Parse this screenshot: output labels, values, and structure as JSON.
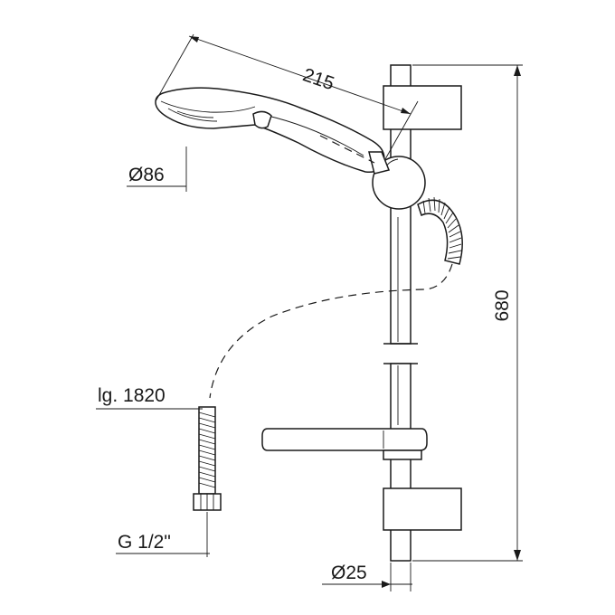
{
  "dimensions": {
    "handshower_length": "215",
    "head_diameter": "Ø86",
    "rail_height": "680",
    "hose_length": "lg. 1820",
    "connection_thread": "G 1/2\"",
    "rail_diameter": "Ø25"
  },
  "colors": {
    "line": "#1a1a1a",
    "background": "#ffffff"
  }
}
